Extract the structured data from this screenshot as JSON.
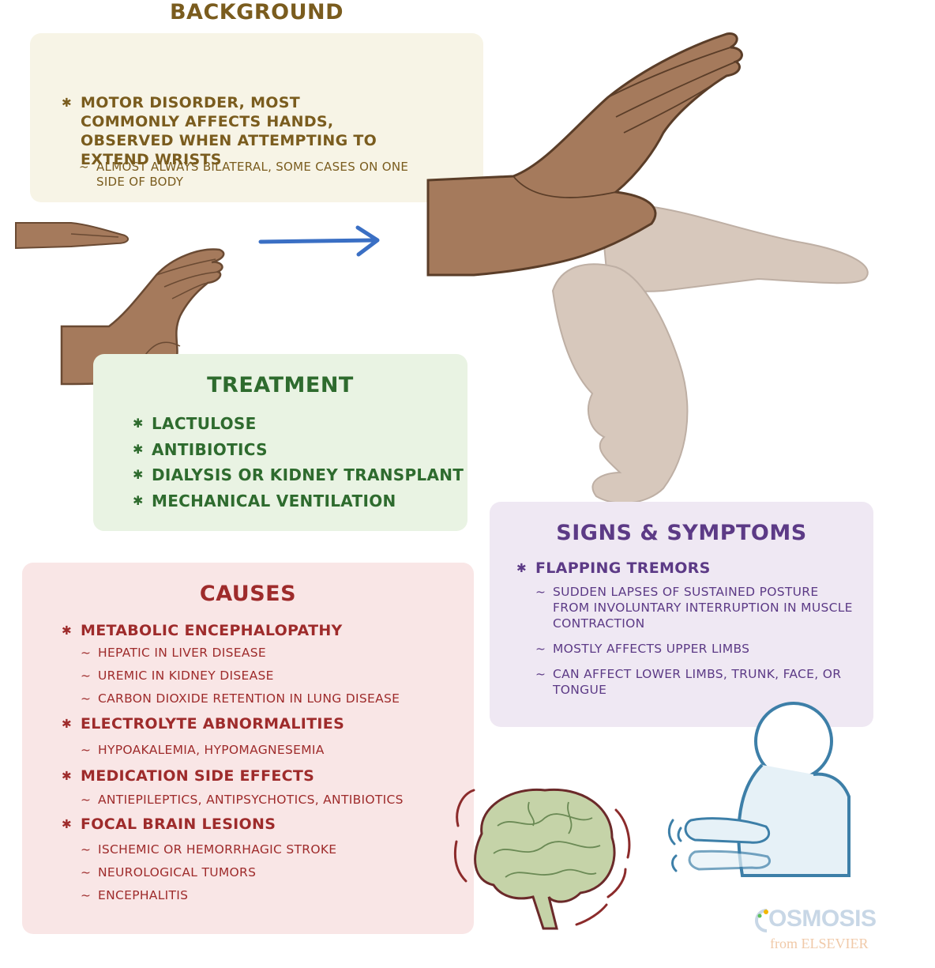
{
  "background": {
    "heading": "BACKGROUND",
    "point": "MOTOR DISORDER, MOST COMMONLY AFFECTS HANDS, OBSERVED when ATTEMPTING to EXTEND WRISTS",
    "sub": "ALMOST ALWAYS BILATERAL, SOME CASES on ONE SIDE of BODY"
  },
  "treatment": {
    "heading": "TREATMENT",
    "items": [
      "LACTULOSE",
      "ANTIBIOTICS",
      "DIALYSIS or KIDNEY TRANSPLANT",
      "MECHANICAL VENTILATION"
    ]
  },
  "causes": {
    "heading": "CAUSES",
    "groups": [
      {
        "title": "METABOLIC ENCEPHALOPATHY",
        "subs": [
          "HEPATIC in LIVER DISEASE",
          "UREMIC in KIDNEY DISEASE",
          "CARBON DIOXIDE RETENTION in LUNG DISEASE"
        ]
      },
      {
        "title": "ELECTROLYTE ABNORMALITIES",
        "subs": [
          "HYPOAKALEMIA, HYPOMAGNESEMIA"
        ]
      },
      {
        "title": "MEDICATION SIDE EFFECTS",
        "subs": [
          "ANTIEPILEPTICS, ANTIPSYCHOTICS, ANTIBIOTICS"
        ]
      },
      {
        "title": "FOCAL BRAIN LESIONS",
        "subs": [
          "ISCHEMIC or HEMORRHAGIC STROKE",
          "NEUROLOGICAL TUMORS",
          "ENCEPHALITIS"
        ]
      }
    ]
  },
  "signs": {
    "heading": "SIGNS & SYMPTOMS",
    "point": "FLAPPING TREMORS",
    "subs": [
      "SUDDEN LAPSES of SUSTAINED POSTURE from INVOLUNTARY INTERRUPTION in MUSCLE CONTRACTION",
      "MOSTLY AFFECTS UPPER LIMBS",
      "CAN AFFECT LOWER LIMBS, TRUNK, FACE, or TONGUE"
    ]
  },
  "logo": {
    "brand": "OSMOSIS",
    "tagline": "from ELSEVIER"
  },
  "colors": {
    "background_text": "#7a5c1e",
    "treatment_text": "#2e6b2e",
    "causes_text": "#9e2b2b",
    "signs_text": "#5c3a86",
    "arrow": "#3a6fc4",
    "skin": "#a57a5c",
    "brain": "#c5d3a8"
  },
  "icons": [
    "hand-extended-icon",
    "hand-raised-icon",
    "arrow-right-icon",
    "hand-flapping-icon",
    "brain-icon",
    "person-tremor-icon",
    "osmosis-logo-icon"
  ]
}
